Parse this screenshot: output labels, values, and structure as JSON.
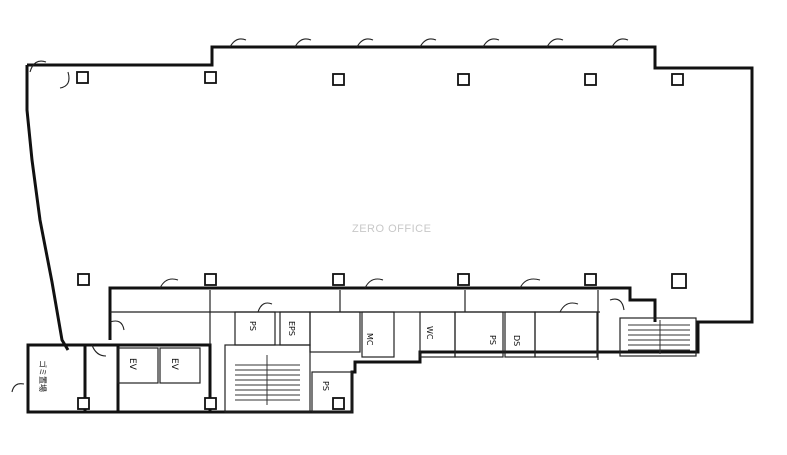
{
  "watermark": "ZERO OFFICE",
  "rooms": {
    "ev_1": "EV",
    "ev_2": "EV",
    "ps_1": "PS",
    "ps_2": "PS",
    "ps_3": "PS",
    "eps": "EPS",
    "mc": "MC",
    "wc": "WC",
    "ds": "DS",
    "garbage": "ゴミ置場"
  },
  "colors": {
    "wall": "#111111",
    "background": "#ffffff",
    "watermark": "#c8c8c8"
  }
}
